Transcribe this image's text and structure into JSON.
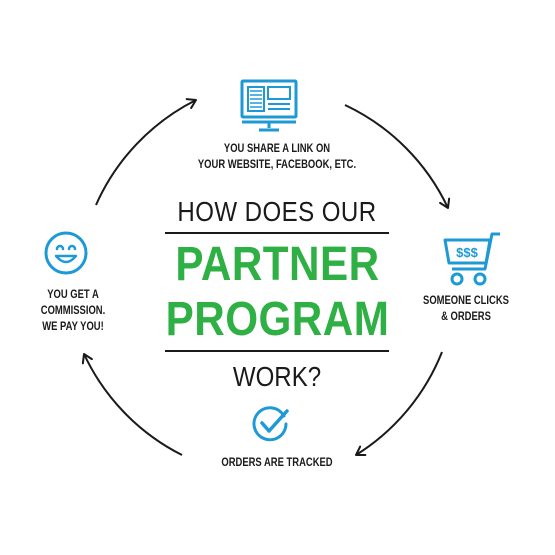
{
  "diagram": {
    "heading_top": "HOW DOES OUR",
    "program_line_1": "PARTNER",
    "program_line_2": "PROGRAM",
    "heading_bottom": "WORK?",
    "steps": [
      {
        "label": "YOU SHARE A LINK ON\nYOUR WEBSITE, FACEBOOK, ETC.",
        "icon": "monitor-icon"
      },
      {
        "label": "SOMEONE CLICKS\n& ORDERS",
        "icon": "shopping-cart-icon"
      },
      {
        "label": "ORDERS ARE TRACKED",
        "icon": "checkmark-icon"
      },
      {
        "label": "YOU GET A\nCOMMISSION.\nWE PAY YOU!",
        "icon": "smiley-icon"
      }
    ],
    "cart_price_text": "$$$",
    "colors": {
      "accent_green": "#2fb044",
      "icon_blue": "#1d9ad6",
      "text_dark": "#1a1a1a"
    }
  }
}
